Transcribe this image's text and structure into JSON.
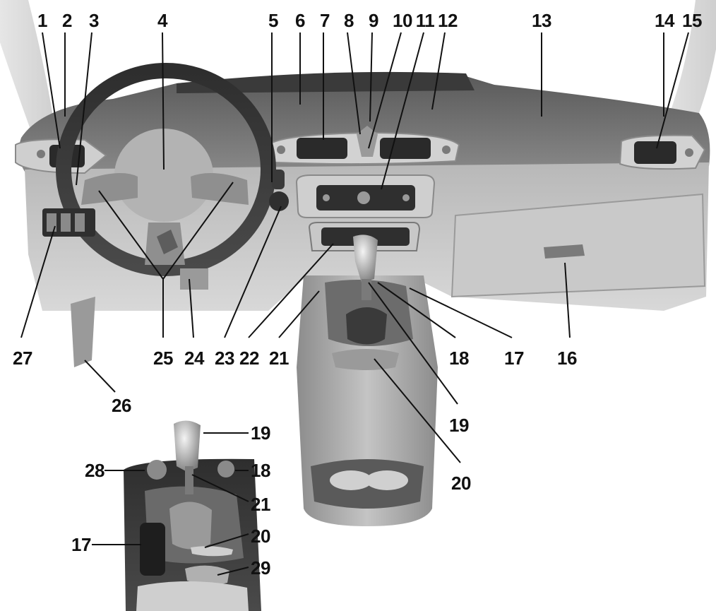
{
  "diagram": {
    "type": "car-dashboard-parts-diagram",
    "top_numbers": [
      "1",
      "2",
      "3",
      "4",
      "5",
      "6",
      "7",
      "8",
      "9",
      "10",
      "11",
      "12",
      "13",
      "14",
      "15"
    ],
    "bottom_numbers": [
      "27",
      "25",
      "24",
      "23",
      "22",
      "21",
      "18",
      "17",
      "16"
    ],
    "side_numbers": [
      "26",
      "19",
      "20"
    ],
    "inset_numbers": [
      "19",
      "28",
      "18",
      "21",
      "17",
      "20",
      "29"
    ]
  }
}
